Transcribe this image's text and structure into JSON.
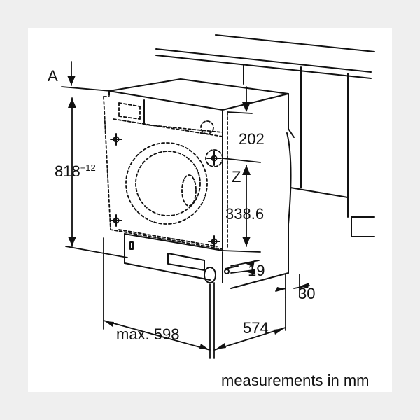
{
  "labels": {
    "a": "A",
    "height": "818",
    "height_tol": "+12",
    "dim_202": "202",
    "z": "Z",
    "dim_338": "338.6",
    "dim_19": "19",
    "dim_30": "30",
    "width": "max. 598",
    "depth": "574",
    "units": "measurements in mm"
  }
}
